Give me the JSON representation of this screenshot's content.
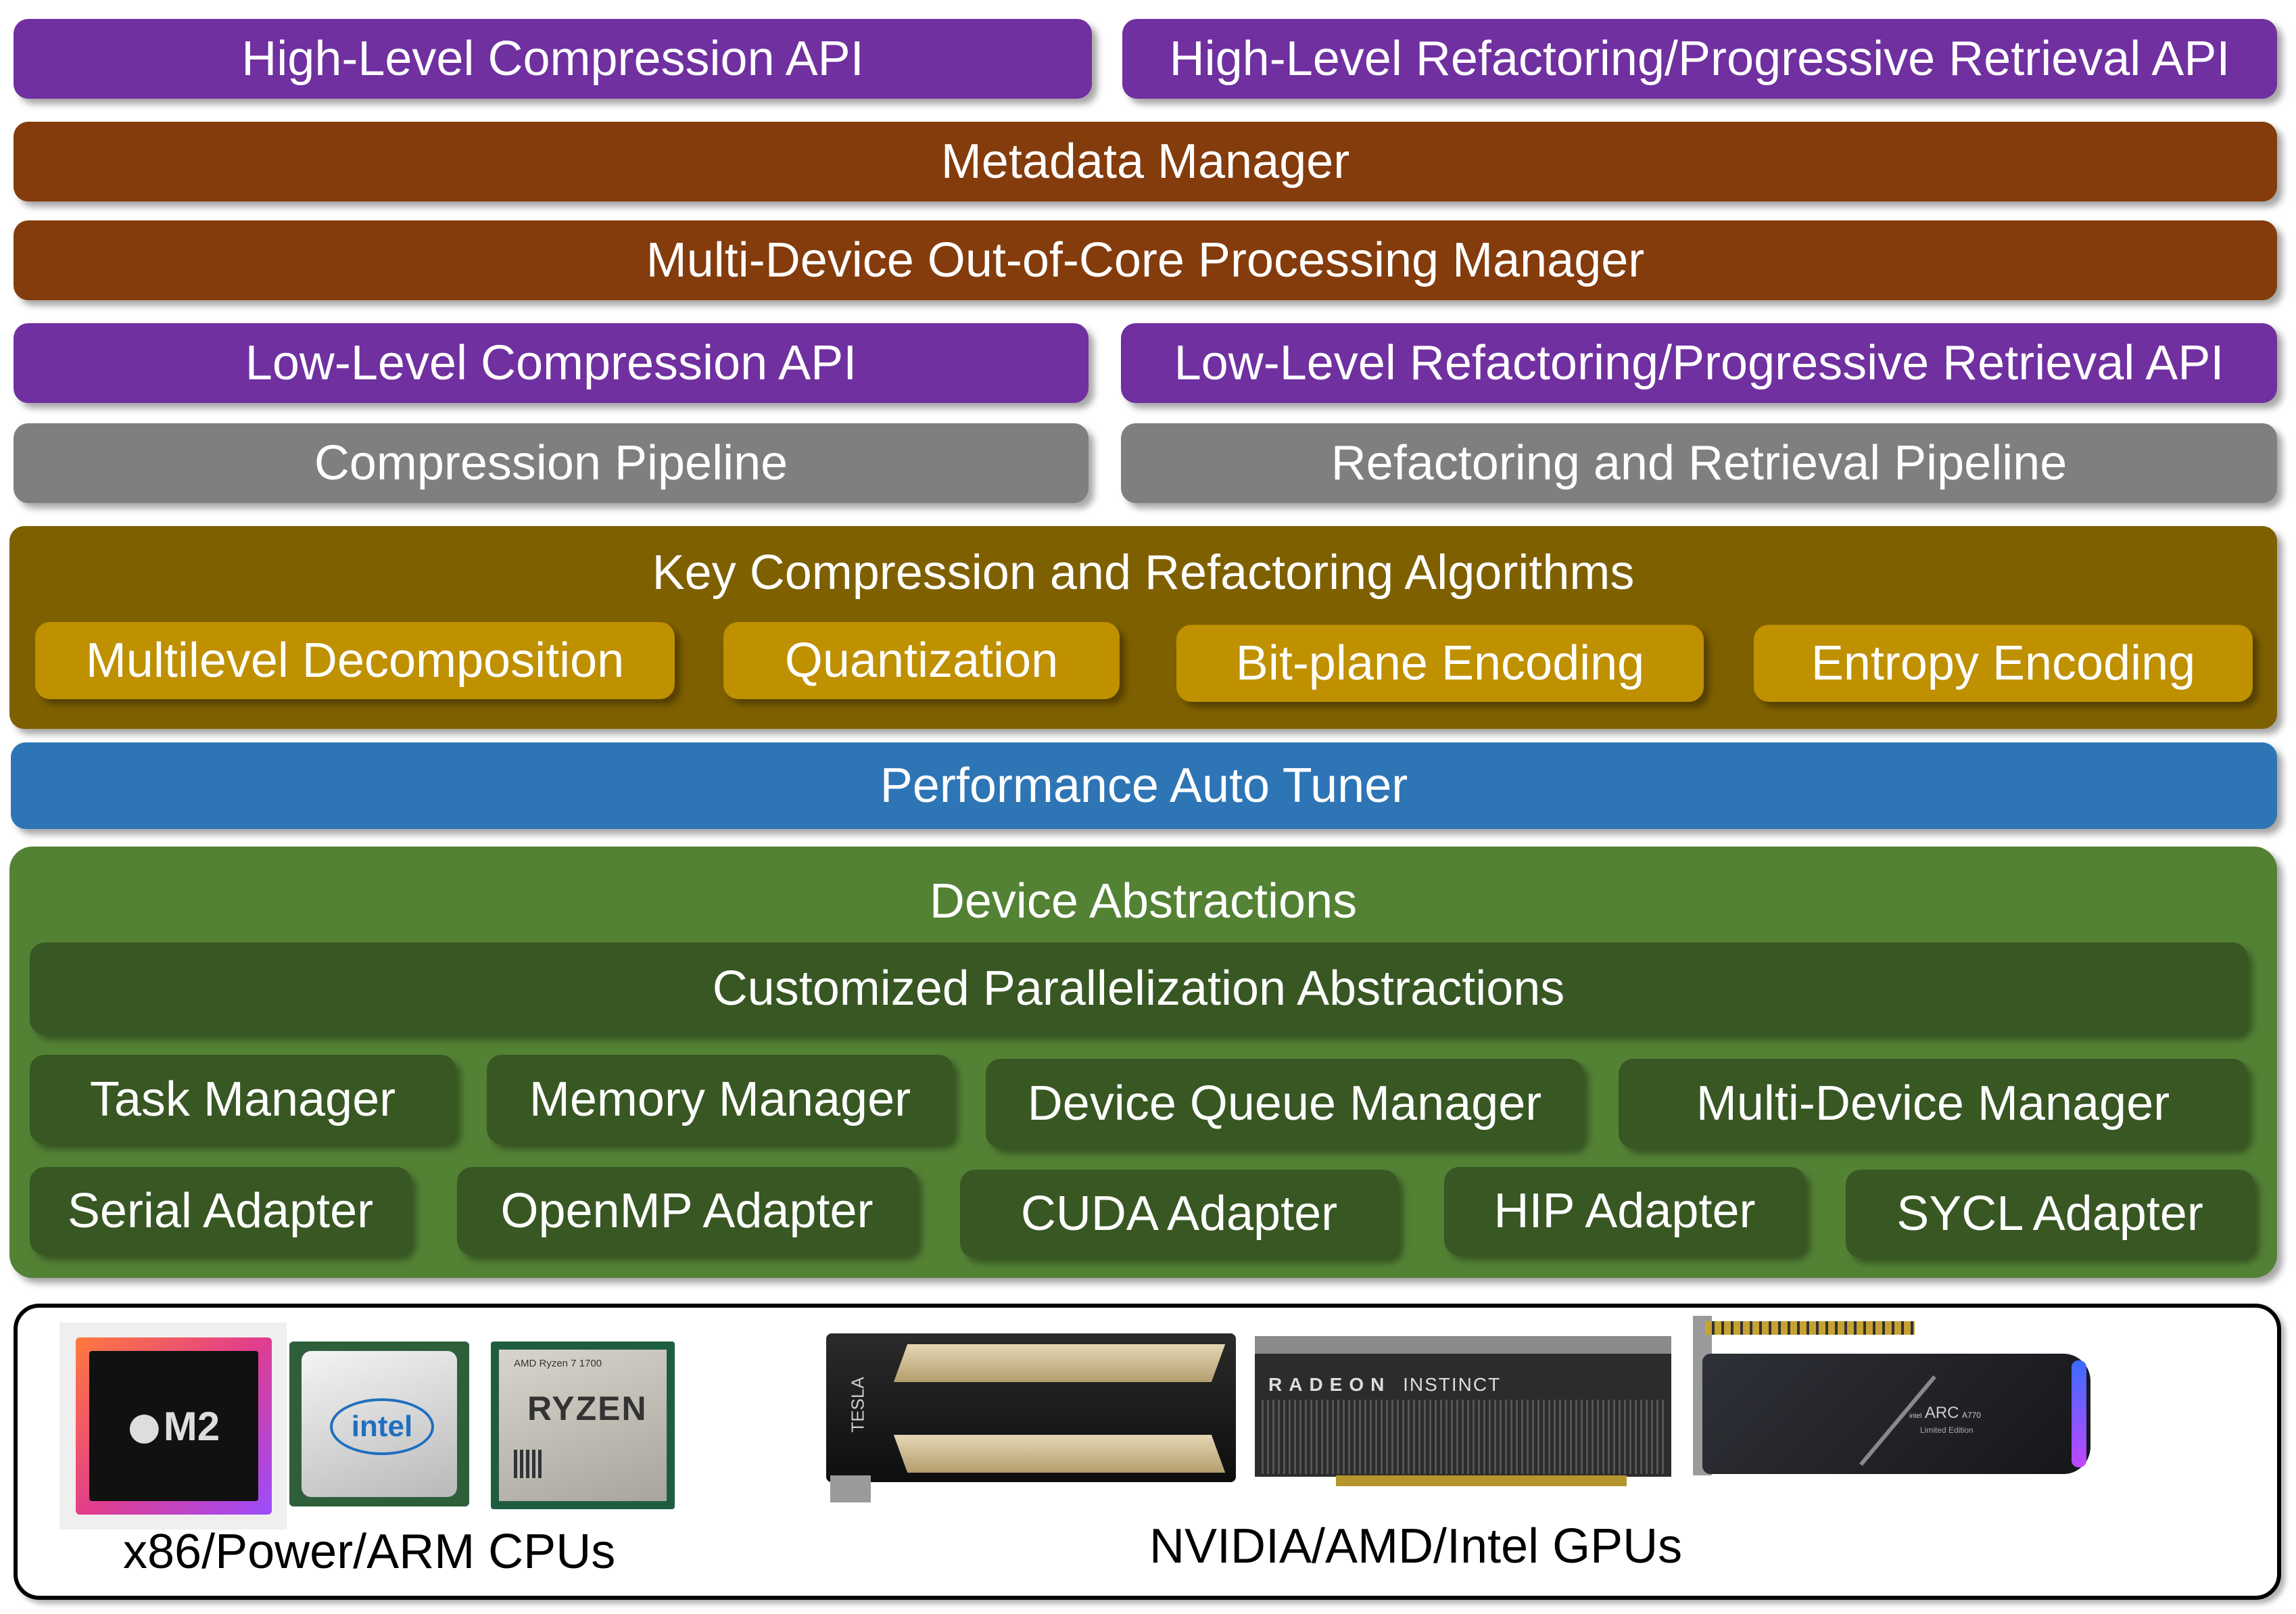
{
  "api_row": {
    "high_compression": "High-Level Compression API",
    "high_refactoring": "High-Level Refactoring/Progressive Retrieval API"
  },
  "metadata_manager": "Metadata Manager",
  "out_of_core_manager": "Multi-Device Out-of-Core Processing Manager",
  "low_api_row": {
    "low_compression": "Low-Level Compression API",
    "low_refactoring": "Low-Level Refactoring/Progressive Retrieval API"
  },
  "pipelines": {
    "compression": "Compression Pipeline",
    "refactoring": "Refactoring and Retrieval Pipeline"
  },
  "algorithms": {
    "title": "Key Compression and Refactoring Algorithms",
    "items": [
      "Multilevel Decomposition",
      "Quantization",
      "Bit-plane Encoding",
      "Entropy Encoding"
    ]
  },
  "auto_tuner": "Performance Auto Tuner",
  "device_abstractions": {
    "title": "Device Abstractions",
    "parallel": "Customized Parallelization Abstractions",
    "managers": [
      "Task Manager",
      "Memory Manager",
      "Device Queue Manager",
      "Multi-Device Manager"
    ],
    "adapters": [
      "Serial Adapter",
      "OpenMP Adapter",
      "CUDA Adapter",
      "HIP Adapter",
      "SYCL Adapter"
    ]
  },
  "hardware": {
    "cpu_caption": "x86/Power/ARM CPUs",
    "gpu_caption": "NVIDIA/AMD/Intel GPUs",
    "chips": {
      "m2": "M2",
      "intel": "intel",
      "amd_top": "AMD Ryzen 7 1700",
      "ryzen": "RYZEN",
      "tesla": "TESLA",
      "radeon": "RADEON",
      "instinct": "INSTINCT",
      "intel_small": "intel",
      "arc": "ARC",
      "a770": "A770",
      "limited": "Limited Edition"
    }
  },
  "colors": {
    "api": "#7030a0",
    "manager": "#843c0c",
    "pipeline": "#7f7f7f",
    "algorithms": "#7f6000",
    "algorithm_item": "#bf9000",
    "tuner": "#2e75b6",
    "device": "#548235",
    "device_item": "#385723"
  }
}
